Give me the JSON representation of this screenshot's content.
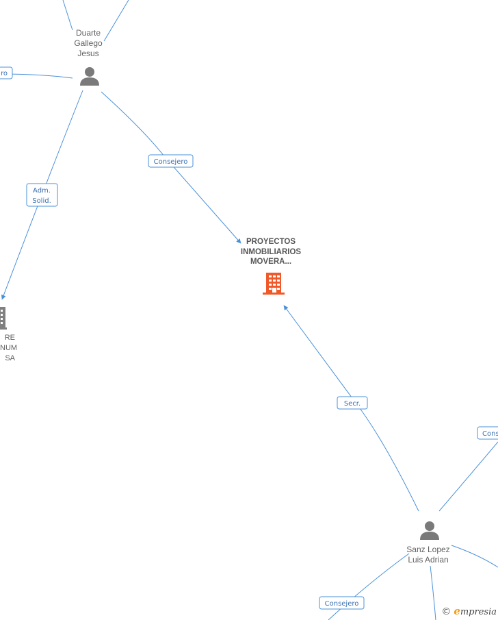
{
  "nodes": {
    "duarte": {
      "lines": [
        "Duarte",
        "Gallego",
        "Jesus"
      ],
      "icon": "person-icon"
    },
    "center": {
      "lines": [
        "PROYECTOS",
        "INMOBILIARIOS",
        "MOVERA..."
      ],
      "icon": "building-icon",
      "color": "#f05a2a"
    },
    "left_company": {
      "lines": [
        "RE",
        "NUM",
        "SA"
      ],
      "icon": "building-icon",
      "color": "#808080"
    },
    "sanz": {
      "lines": [
        "Sanz Lopez",
        "Luis Adrian"
      ],
      "icon": "person-icon"
    }
  },
  "edges": {
    "top_left_label": "ro",
    "adm_solid": [
      "Adm.",
      "Solid."
    ],
    "consejero_top": "Consejero",
    "secr": "Secr.",
    "consejero_right": "Conse",
    "consejero_bottom": "Consejero"
  },
  "brand": {
    "copyright": "©",
    "initial": "e",
    "name": "mpresia"
  },
  "colors": {
    "edge": "#4a90d9",
    "person": "#7a7a7a",
    "company_main": "#f05a2a",
    "company_other": "#808080"
  }
}
